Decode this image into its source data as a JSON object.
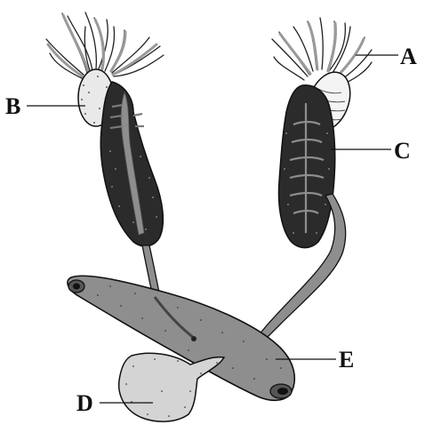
{
  "diagram": {
    "labels": {
      "a": "A",
      "b": "B",
      "c": "C",
      "d": "D",
      "e": "E"
    },
    "colors": {
      "background": "#ffffff",
      "outline": "#111111",
      "dark_body": "#2b2b2b",
      "mid_gray": "#8e8e8e",
      "light_gray": "#d4d4d4",
      "pale": "#e9e9e9",
      "tentacle_fill": "#f4f4f4"
    }
  }
}
